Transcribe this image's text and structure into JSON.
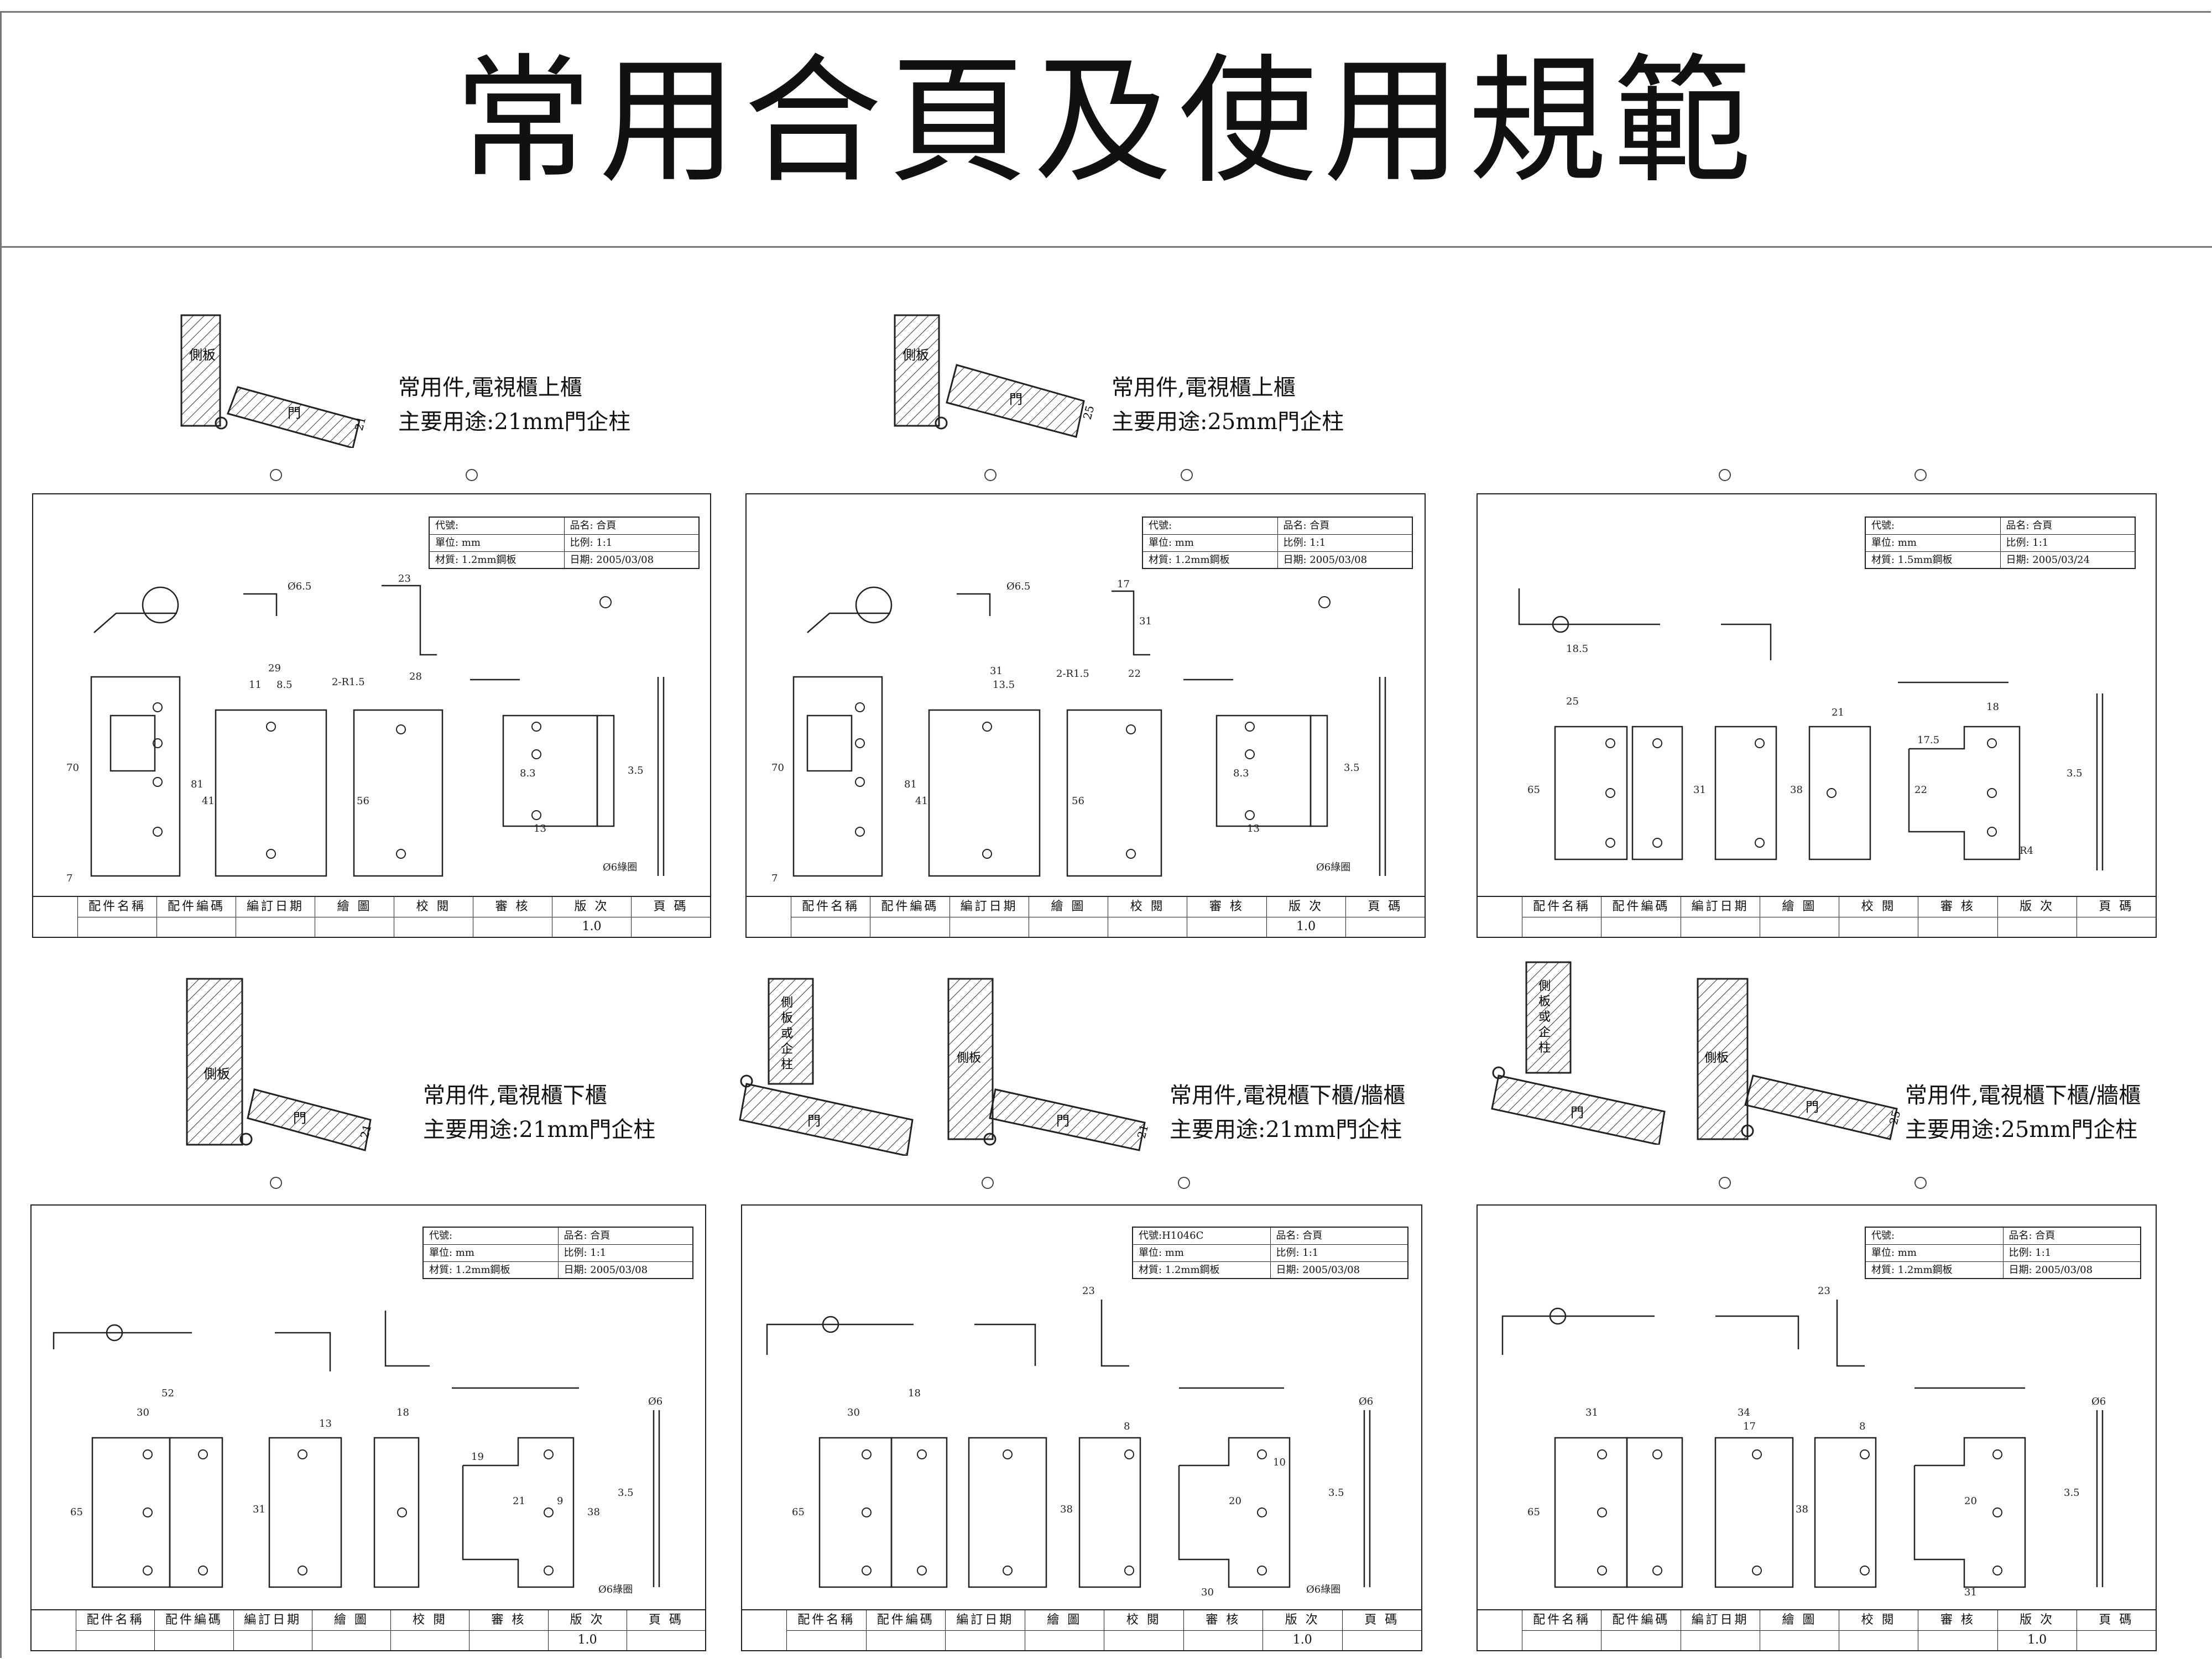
{
  "page": {
    "title": "常用合頁及使用規範"
  },
  "diagram": {
    "labels": {
      "side_panel": "側板",
      "door": "門",
      "side_or_post_1": "側",
      "side_or_post_2": "板",
      "side_or_post_3": "或",
      "side_or_post_4": "企",
      "side_or_post_5": "柱",
      "fitter_note": "Ø6綠圈"
    },
    "hinges": [
      {
        "description_line1": "常用件,電視櫃上櫃",
        "description_line2": "主要用途:21mm門企柱",
        "door_thickness": "21",
        "sheet": {
          "code": "代號:",
          "name": "品名: 合頁",
          "unit": "單位: mm",
          "scale": "比例: 1:1",
          "material": "材質: 1.2mm鋼板",
          "date": "日期: 2005/03/08",
          "dims": [
            "70",
            "81",
            "41",
            "29",
            "8.5",
            "23",
            "56",
            "Ø6.5",
            "2-R1.5",
            "11",
            "28",
            "13",
            "8.3",
            "3.5",
            "7"
          ]
        }
      },
      {
        "description_line1": "常用件,電視櫃上櫃",
        "description_line2": "主要用途:25mm門企柱",
        "door_thickness": "25",
        "sheet": {
          "code": "代號:",
          "name": "品名: 合頁",
          "unit": "單位: mm",
          "scale": "比例: 1:1",
          "material": "材質: 1.2mm鋼板",
          "date": "日期: 2005/03/08",
          "dims": [
            "70",
            "81",
            "41",
            "31",
            "13.5",
            "17",
            "56",
            "Ø6.5",
            "2-R1.5",
            "22",
            "31",
            "13",
            "8.3",
            "3.5",
            "7"
          ]
        }
      },
      {
        "description_line1": "",
        "description_line2": "",
        "door_thickness": "",
        "sheet": {
          "code": "代號:",
          "name": "品名: 合頁",
          "unit": "單位: mm",
          "scale": "比例: 1:1",
          "material": "材質: 1.5mm鋼板",
          "date": "日期: 2005/03/24",
          "dims": [
            "65",
            "25",
            "18.5",
            "31",
            "38",
            "21",
            "18",
            "17.5",
            "22",
            "R4",
            "3.5"
          ]
        }
      },
      {
        "description_line1": "常用件,電視櫃下櫃",
        "description_line2": "主要用途:21mm門企柱",
        "door_thickness": "21",
        "sheet": {
          "code": "代號:",
          "name": "品名: 合頁",
          "unit": "單位: mm",
          "scale": "比例: 1:1",
          "material": "材質: 1.2mm鋼板",
          "date": "日期: 2005/03/08",
          "dims": [
            "65",
            "30",
            "52",
            "13",
            "18",
            "31",
            "19",
            "21",
            "9",
            "38",
            "3.5",
            "Ø6"
          ]
        }
      },
      {
        "description_line1": "常用件,電視櫃下櫃/牆櫃",
        "description_line2": "主要用途:21mm門企柱",
        "door_thickness": "21",
        "sheet": {
          "code": "代號:H1046C",
          "name": "品名: 合頁",
          "unit": "單位: mm",
          "scale": "比例: 1:1",
          "material": "材質: 1.2mm鋼板",
          "date": "日期: 2005/03/08",
          "dims": [
            "65",
            "30",
            "18",
            "8",
            "38",
            "23",
            "20",
            "10",
            "30",
            "3.5",
            "Ø6"
          ]
        }
      },
      {
        "description_line1": "常用件,電視櫃下櫃/牆櫃",
        "description_line2": "主要用途:25mm門企柱",
        "door_thickness": "25",
        "sheet": {
          "code": "代號:",
          "name": "品名: 合頁",
          "unit": "單位: mm",
          "scale": "比例: 1:1",
          "material": "材質: 1.2mm鋼板",
          "date": "日期: 2005/03/08",
          "dims": [
            "65",
            "31",
            "34",
            "17",
            "8",
            "38",
            "23",
            "20",
            "31",
            "3.5",
            "Ø6"
          ]
        }
      }
    ],
    "footer": {
      "headers": [
        "配件名稱",
        "配件編碼",
        "編訂日期",
        "繪 圖",
        "校 閱",
        "審 核",
        "版 次",
        "頁 碼"
      ],
      "version": "1.0"
    }
  }
}
